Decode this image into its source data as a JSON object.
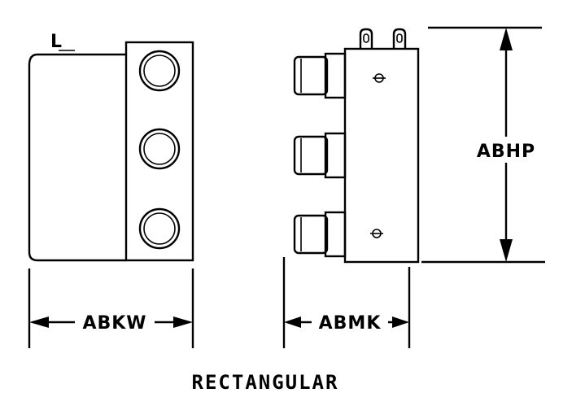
{
  "labels": {
    "width_dim": "ABKW",
    "depth_dim": "ABMK",
    "height_dim": "ABHP",
    "caption": "RECTANGULAR",
    "corner_mark": "L"
  }
}
